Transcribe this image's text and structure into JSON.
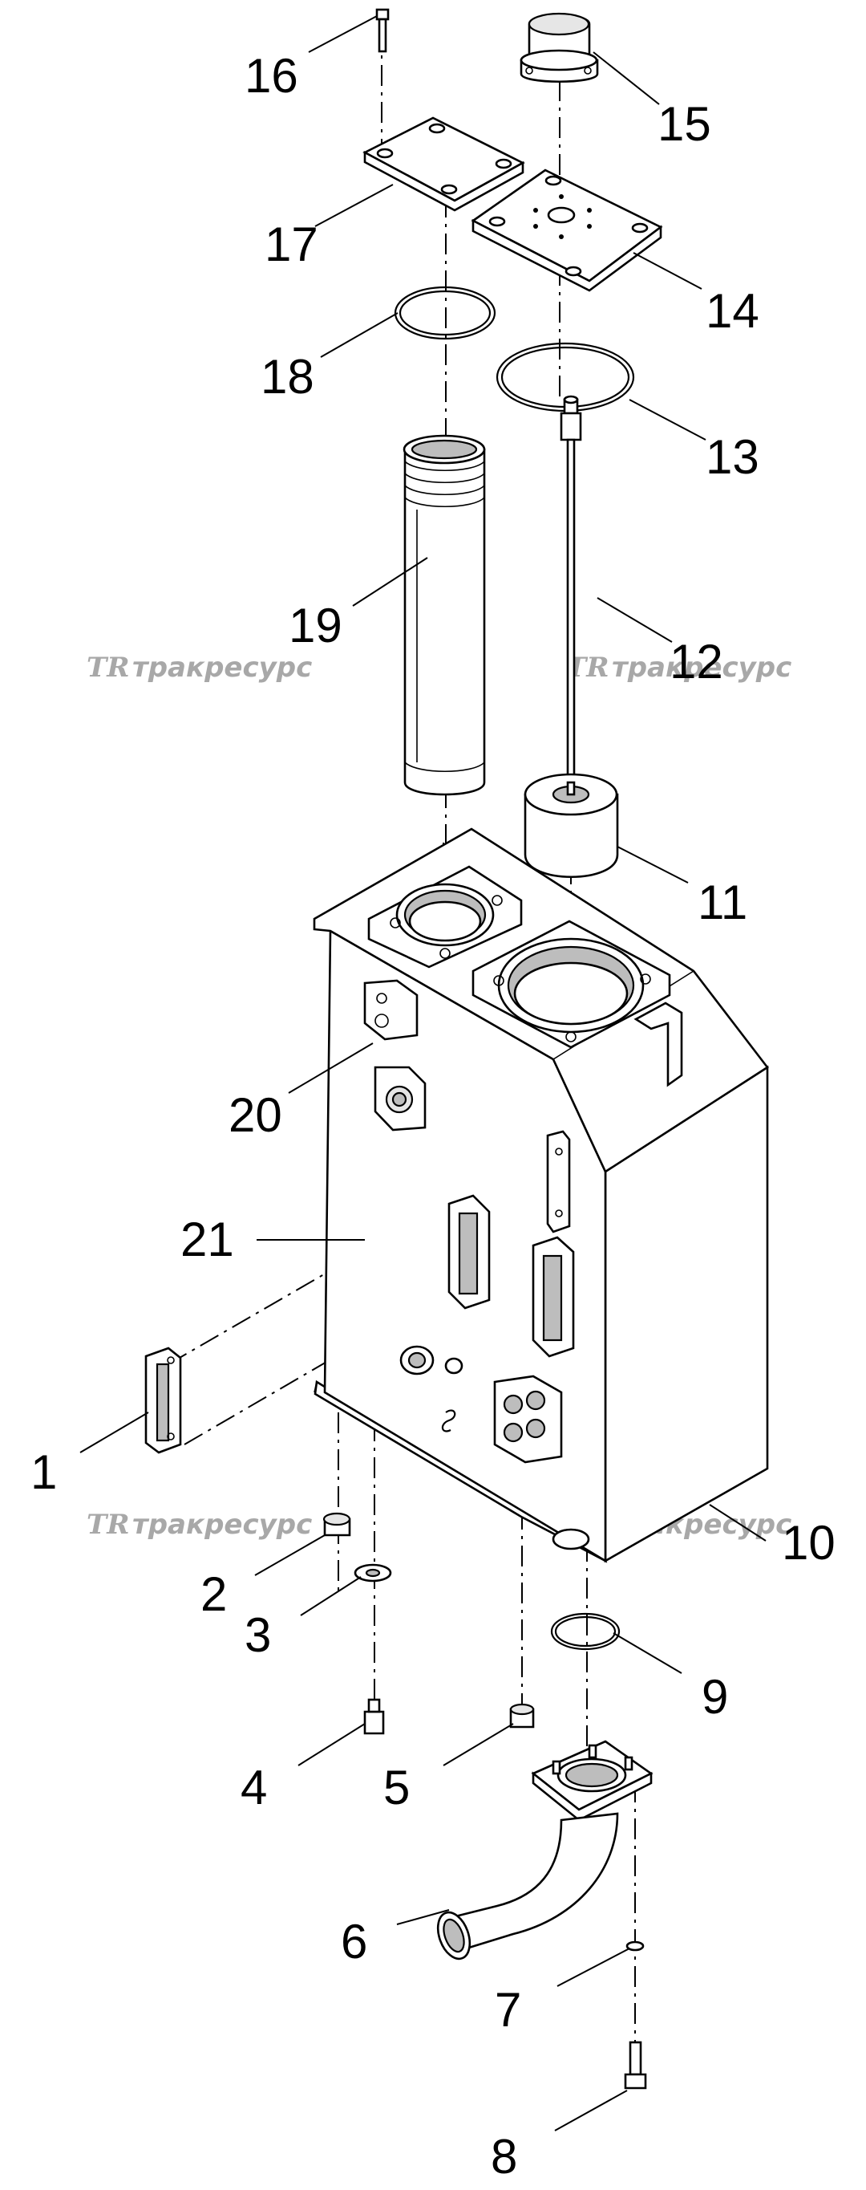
{
  "watermark": {
    "logo": "TR",
    "text": "тракресурс"
  },
  "callouts": {
    "c1": "1",
    "c2": "2",
    "c3": "3",
    "c4": "4",
    "c5": "5",
    "c6": "6",
    "c7": "7",
    "c8": "8",
    "c9": "9",
    "c10": "10",
    "c11": "11",
    "c12": "12",
    "c13": "13",
    "c14": "14",
    "c15": "15",
    "c16": "16",
    "c17": "17",
    "c18": "18",
    "c19": "19",
    "c20": "20",
    "c21": "21"
  }
}
